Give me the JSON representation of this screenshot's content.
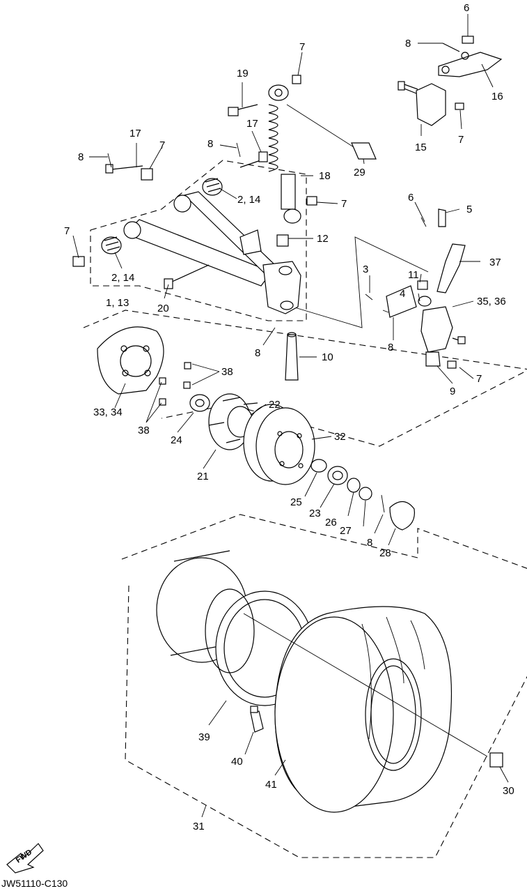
{
  "diagram_code": "JW51110-C130",
  "fwd_label": "FWD",
  "callouts": [
    {
      "id": "c6a",
      "text": "6"
    },
    {
      "id": "c8a",
      "text": "8"
    },
    {
      "id": "c16",
      "text": "16"
    },
    {
      "id": "c15",
      "text": "15"
    },
    {
      "id": "c7a",
      "text": "7"
    },
    {
      "id": "c7b",
      "text": "7"
    },
    {
      "id": "c19",
      "text": "19"
    },
    {
      "id": "c17a",
      "text": "17"
    },
    {
      "id": "c17b",
      "text": "17"
    },
    {
      "id": "c8b",
      "text": "8"
    },
    {
      "id": "c8c",
      "text": "8"
    },
    {
      "id": "c7c",
      "text": "7"
    },
    {
      "id": "c18",
      "text": "18"
    },
    {
      "id": "c29",
      "text": "29"
    },
    {
      "id": "c7d",
      "text": "7"
    },
    {
      "id": "c214a",
      "text": "2, 14"
    },
    {
      "id": "c7e",
      "text": "7"
    },
    {
      "id": "c214b",
      "text": "2, 14"
    },
    {
      "id": "c113",
      "text": "1, 13"
    },
    {
      "id": "c12",
      "text": "12"
    },
    {
      "id": "c20",
      "text": "20"
    },
    {
      "id": "c8d",
      "text": "8"
    },
    {
      "id": "c6b",
      "text": "6"
    },
    {
      "id": "c5",
      "text": "5"
    },
    {
      "id": "c37",
      "text": "37"
    },
    {
      "id": "c3",
      "text": "3"
    },
    {
      "id": "c11",
      "text": "11"
    },
    {
      "id": "c4",
      "text": "4"
    },
    {
      "id": "c3536",
      "text": "35, 36"
    },
    {
      "id": "c8e",
      "text": "8"
    },
    {
      "id": "c10",
      "text": "10"
    },
    {
      "id": "c9",
      "text": "9"
    },
    {
      "id": "c7f",
      "text": "7"
    },
    {
      "id": "c38a",
      "text": "38"
    },
    {
      "id": "c3334",
      "text": "33, 34"
    },
    {
      "id": "c38b",
      "text": "38"
    },
    {
      "id": "c22",
      "text": "22"
    },
    {
      "id": "c24",
      "text": "24"
    },
    {
      "id": "c32",
      "text": "32"
    },
    {
      "id": "c21",
      "text": "21"
    },
    {
      "id": "c25",
      "text": "25"
    },
    {
      "id": "c23",
      "text": "23"
    },
    {
      "id": "c26",
      "text": "26"
    },
    {
      "id": "c27",
      "text": "27"
    },
    {
      "id": "c8f",
      "text": "8"
    },
    {
      "id": "c28",
      "text": "28"
    },
    {
      "id": "c39",
      "text": "39"
    },
    {
      "id": "c40",
      "text": "40"
    },
    {
      "id": "c41",
      "text": "41"
    },
    {
      "id": "c30",
      "text": "30"
    },
    {
      "id": "c31",
      "text": "31"
    }
  ]
}
